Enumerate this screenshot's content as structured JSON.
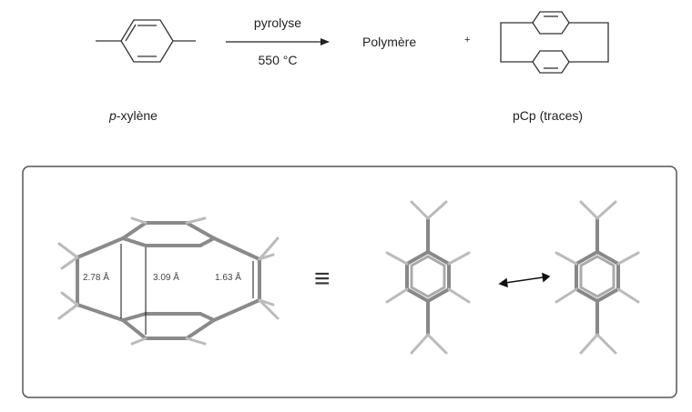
{
  "reaction": {
    "reactant_label_prefix": "p",
    "reactant_label_suffix": "-xylène",
    "condition_top": "pyrolyse",
    "condition_bottom": "550 °C",
    "product1": "Polymère",
    "plus": "+",
    "product2": "pCp (traces)"
  },
  "model": {
    "distances": [
      "2.78 Å",
      "3.09 Å",
      "1.63 Å"
    ],
    "equiv_symbol": "≡"
  },
  "colors": {
    "bond": "#888888",
    "line": "#333333"
  }
}
